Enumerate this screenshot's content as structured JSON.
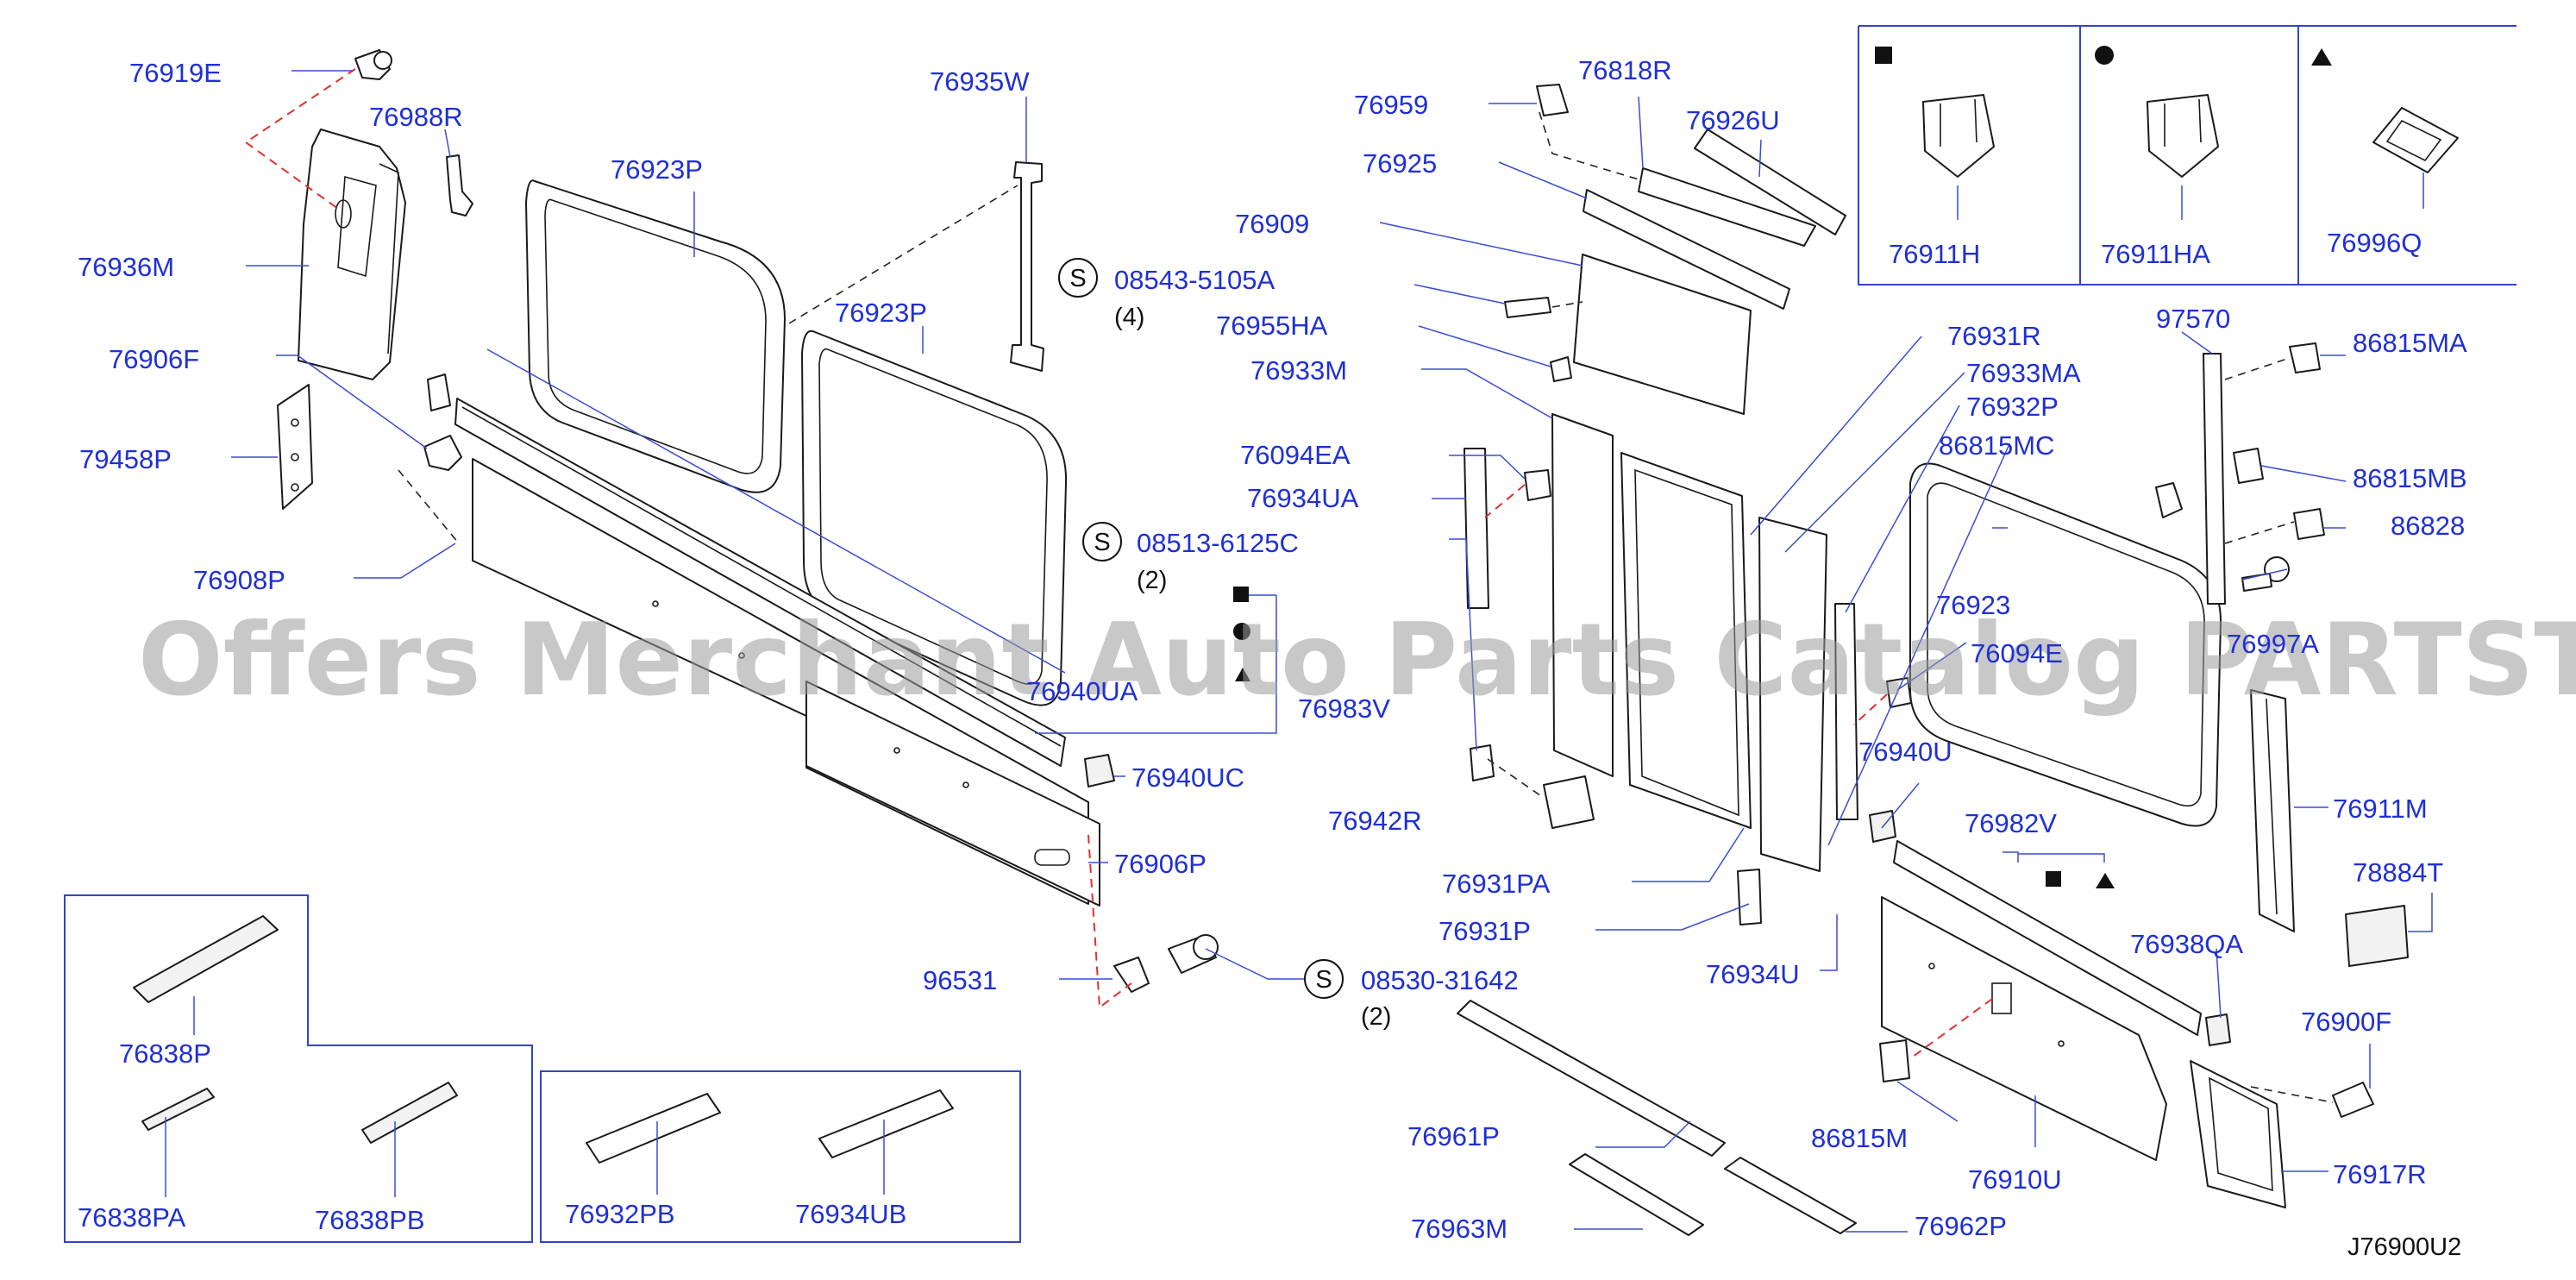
{
  "labels": {
    "p76919E": "76919E",
    "p76988R": "76988R",
    "p76936M": "76936M",
    "p76906F": "76906F",
    "p79458P": "79458P",
    "p76908P": "76908P",
    "p76923P_a": "76923P",
    "p76923P_b": "76923P",
    "p76935W": "76935W",
    "p08543": "08543-5105A",
    "p08543_qty": "(4)",
    "p08513": "08513-6125C",
    "p08513_qty": "(2)",
    "p76940UA": "76940UA",
    "p76983V": "76983V",
    "p76940UC": "76940UC",
    "p76906P": "76906P",
    "p96531": "96531",
    "p08530": "08530-31642",
    "p08530_qty": "(2)",
    "p76959": "76959",
    "p76818R": "76818R",
    "p76926U": "76926U",
    "p76925": "76925",
    "p76909": "76909",
    "p76955HA": "76955HA",
    "p76933M": "76933M",
    "p76094EA": "76094EA",
    "p76934UA": "76934UA",
    "p76942R": "76942R",
    "p76931PA": "76931PA",
    "p76931P": "76931P",
    "p76931R": "76931R",
    "p76933MA": "76933MA",
    "p76932P": "76932P",
    "p86815MC": "86815MC",
    "p76923": "76923",
    "p76094E": "76094E",
    "p76940U": "76940U",
    "p76982V": "76982V",
    "p76938QA": "76938QA",
    "p76934U": "76934U",
    "p86815M": "86815M",
    "p76910U": "76910U",
    "p76961P": "76961P",
    "p76963M": "76963M",
    "p76962P": "76962P",
    "p97570": "97570",
    "p86815MA": "86815MA",
    "p86815MB": "86815MB",
    "p86828": "86828",
    "p76997A": "76997A",
    "p76911M": "76911M",
    "p78884T": "78884T",
    "p76900F": "76900F",
    "p76917R": "76917R",
    "p76911H": "76911H",
    "p76911HA": "76911HA",
    "p76996Q": "76996Q",
    "p76838P": "76838P",
    "p76838PA": "76838PA",
    "p76838PB": "76838PB",
    "p76932PB": "76932PB",
    "p76934UB": "76934UB",
    "screw_symbol": "S",
    "diagram_code": "J76900U2"
  },
  "watermark": "Offers Merchant Auto Parts Catalog PARTSTORE.SA",
  "colors": {
    "label": "#1f2fd6",
    "leader": "#3a4cd0",
    "line": "#1a1a1a",
    "watermark": "#9a9a9a",
    "dashed_red": "#e03030"
  }
}
